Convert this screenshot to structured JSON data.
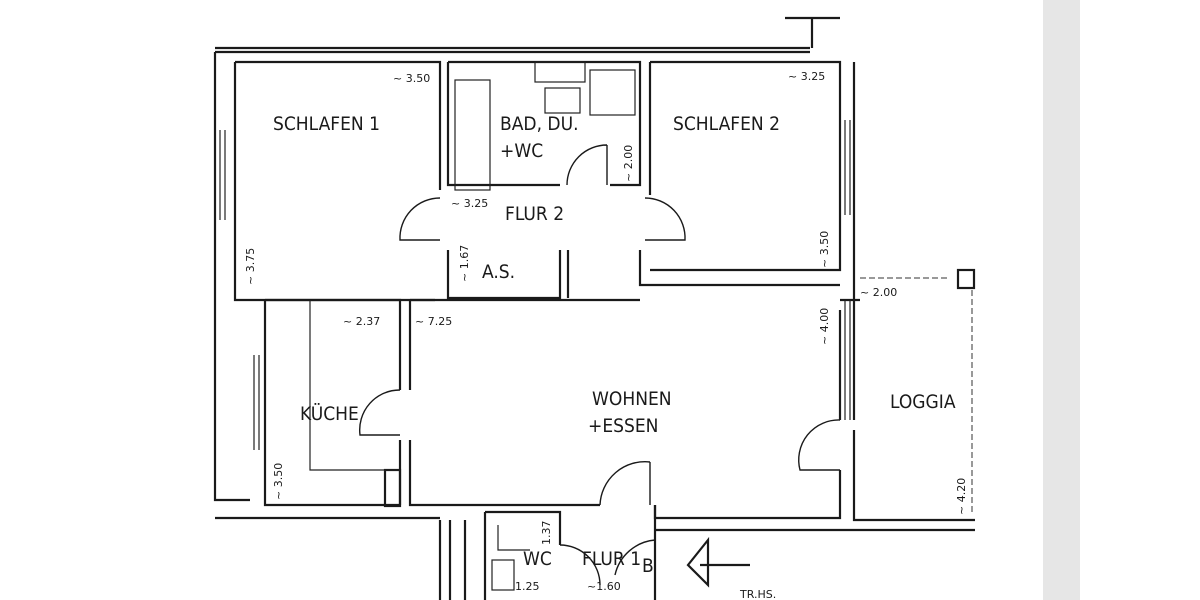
{
  "rooms": {
    "schlafen1": "SCHLAFEN 1",
    "bad_line1": "BAD, DU.",
    "bad_line2": "+WC",
    "schlafen2": "SCHLAFEN 2",
    "flur2": "FLUR 2",
    "as": "A.S.",
    "kueche": "KÜCHE",
    "wohnen_line1": "WOHNEN",
    "wohnen_line2": "+ESSEN",
    "loggia": "LOGGIA",
    "wc": "WC",
    "flur1": "FLUR 1",
    "b": "B",
    "trhs": "TR.HS."
  },
  "dimensions": {
    "schlafen1_width": "~ 3.50",
    "schlafen1_depth": "~ 3.75",
    "schlafen2_width": "~ 3.25",
    "schlafen2_depth": "~ 3.50",
    "bad_depth": "~ 2.00",
    "flur2_width": "~ 3.25",
    "as_depth": "~ 1.67",
    "loggia_width": "~ 2.00",
    "loggia_depth": "~ 4.20",
    "kueche_width": "~ 2.37",
    "kueche_depth": "~ 3.50",
    "wohnen_width": "~ 7.25",
    "wohnen_depth": "~ 4.00",
    "wc_depth": "1.37",
    "wc_width": "1.25",
    "flur1_width": "~1.60"
  }
}
